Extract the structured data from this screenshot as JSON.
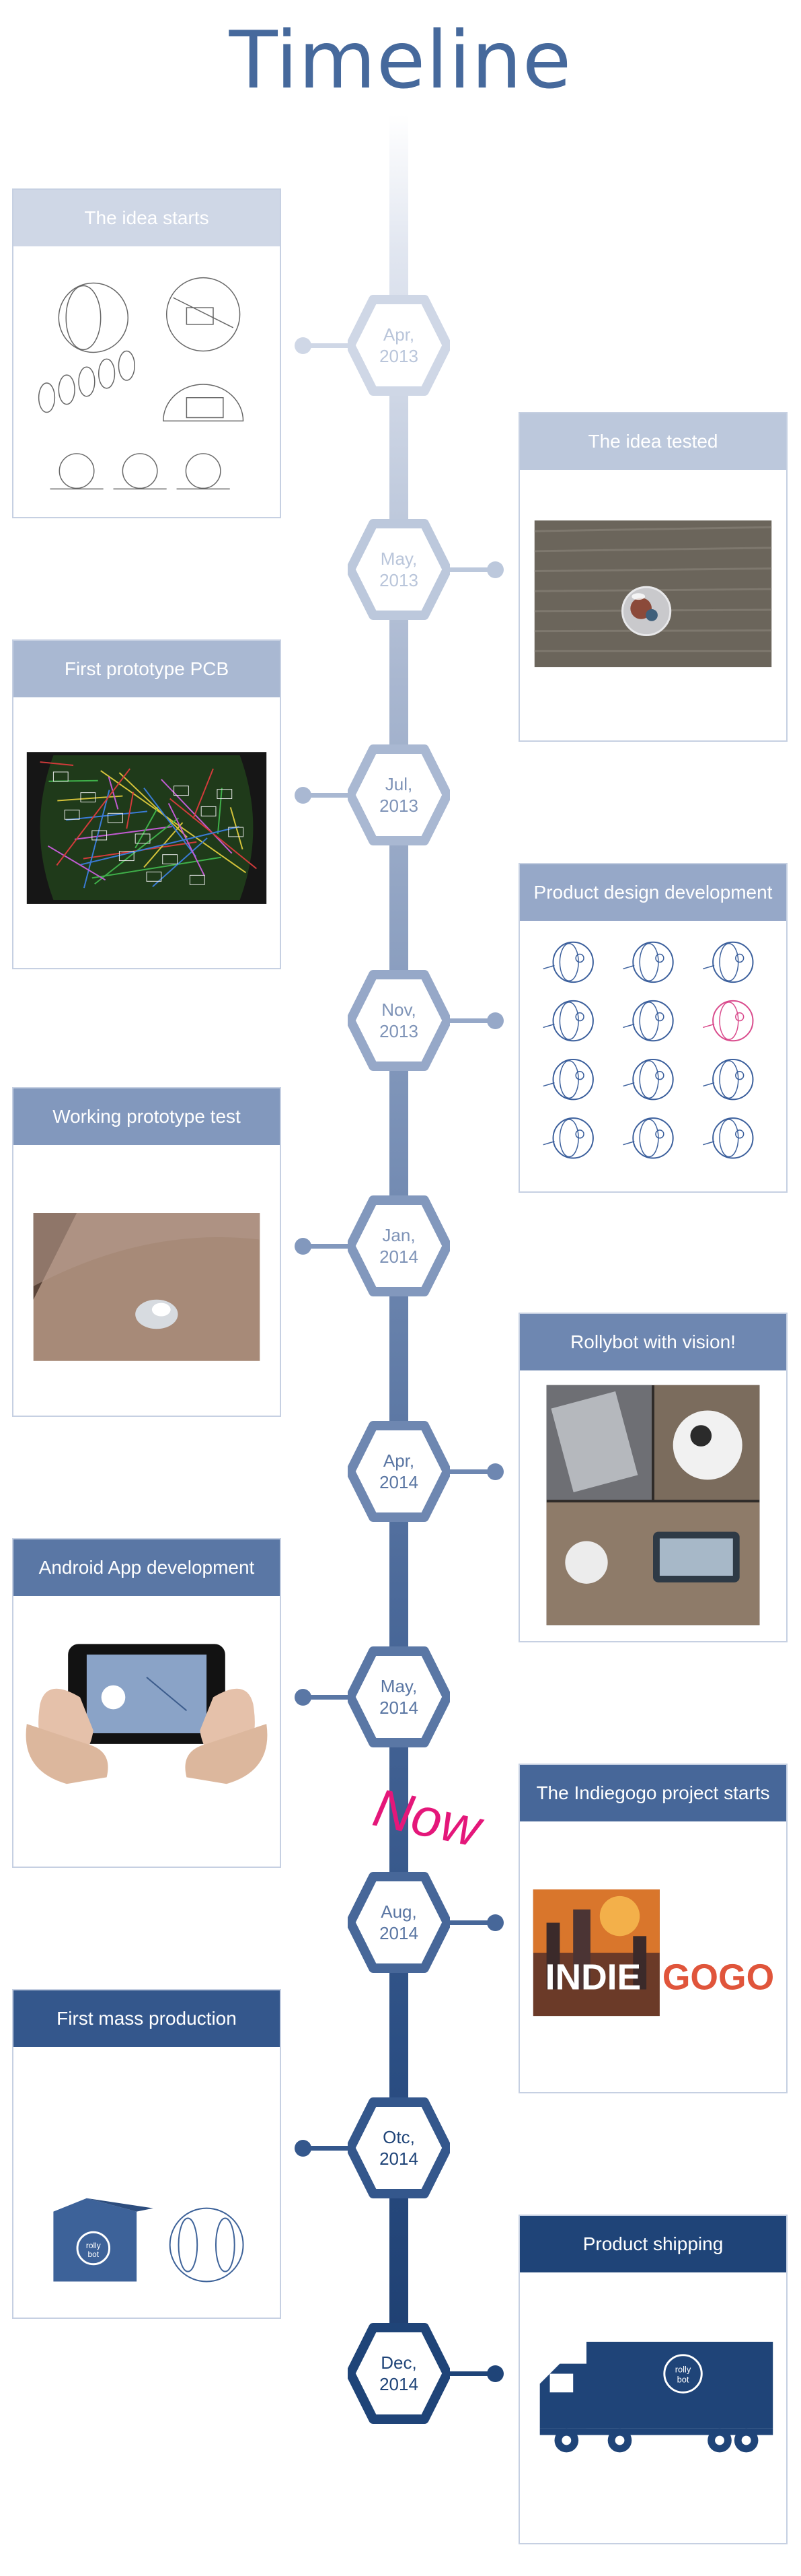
{
  "title": "Timeline",
  "now_label": "Now",
  "colors": {
    "title": "#46699c",
    "now": "#e4177a"
  },
  "events": [
    {
      "month": "Apr,",
      "year": "2013",
      "title": "The idea starts",
      "side": "left",
      "illustration": "patent-sketch-drawing",
      "hex_color": "#cfd7e6"
    },
    {
      "month": "May,",
      "year": "2013",
      "title": "The idea tested",
      "side": "right",
      "illustration": "clear-ball-robot-photo",
      "hex_color": "#bcc8dc"
    },
    {
      "month": "Jul,",
      "year": "2013",
      "title": "First prototype PCB",
      "side": "left",
      "illustration": "pcb-layout-image",
      "hex_color": "#a9b8d2"
    },
    {
      "month": "Nov,",
      "year": "2013",
      "title": "Product design development",
      "side": "right",
      "illustration": "design-sketches",
      "hex_color": "#96a8c8"
    },
    {
      "month": "Jan,",
      "year": "2014",
      "title": "Working prototype test",
      "side": "left",
      "illustration": "prototype-on-table-photo",
      "hex_color": "#8298bd"
    },
    {
      "month": "Apr,",
      "year": "2014",
      "title": "Rollybot with vision!",
      "side": "right",
      "illustration": "tv-news-collage",
      "hex_color": "#6e87b1"
    },
    {
      "month": "May,",
      "year": "2014",
      "title": "Android App development",
      "side": "left",
      "illustration": "hands-holding-tablet",
      "hex_color": "#5a77a5"
    },
    {
      "month": "Aug,",
      "year": "2014",
      "title": "The Indiegogo project starts",
      "side": "right",
      "illustration": "indiegogo-poster",
      "logo_text": "INDIEGOGO",
      "hex_color": "#476799"
    },
    {
      "month": "Otc,",
      "year": "2014",
      "title": "First mass production",
      "side": "left",
      "illustration": "box-and-ball",
      "logo_text": "rolly bot",
      "hex_color": "#34578c"
    },
    {
      "month": "Dec,",
      "year": "2014",
      "title": "Product shipping",
      "side": "right",
      "illustration": "delivery-truck",
      "logo_text": "rolly bot",
      "hex_color": "#1f4478"
    }
  ]
}
